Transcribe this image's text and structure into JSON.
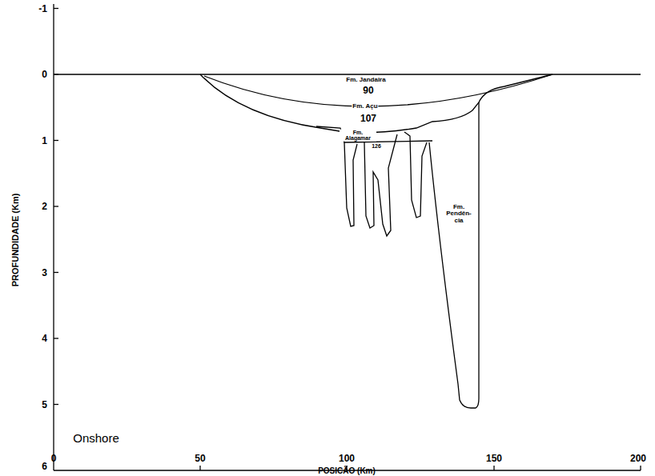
{
  "diagram": {
    "labels": [
      "-1",
      "0",
      "1",
      "2",
      "3",
      "4",
      "5",
      "6",
      "PROFUNDIDADE (Km)",
      "0",
      "50",
      "100",
      "150",
      "200",
      "POSICÃO (Km)",
      "Fm. Jandaira",
      "90",
      "Fm. Açu",
      "107",
      "Fm. Alagamar",
      "126",
      "Fm. Pendên- cia",
      "Onshore"
    ]
  }
}
